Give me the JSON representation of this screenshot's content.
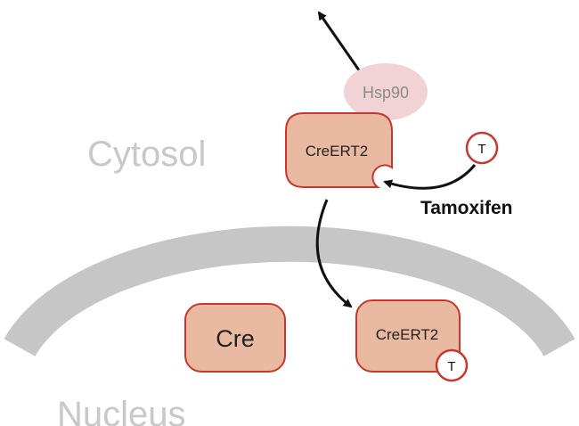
{
  "labels": {
    "cytosol": "Cytosol",
    "nucleus": "Nucleus",
    "hsp90": "Hsp90",
    "creert2_cytosol": "CreERT2",
    "creert2_nucleus": "CreERT2",
    "cre": "Cre",
    "tamoxifen": "Tamoxifen",
    "t_free": "T",
    "t_bound": "T"
  },
  "colors": {
    "membrane": "#c6c6c6",
    "box_fill": "#eab9a1",
    "box_stroke": "#c8372d",
    "hsp90_fill": "#f2d3d5",
    "region_text": "#c8c8c8",
    "arrow": "#111111"
  }
}
